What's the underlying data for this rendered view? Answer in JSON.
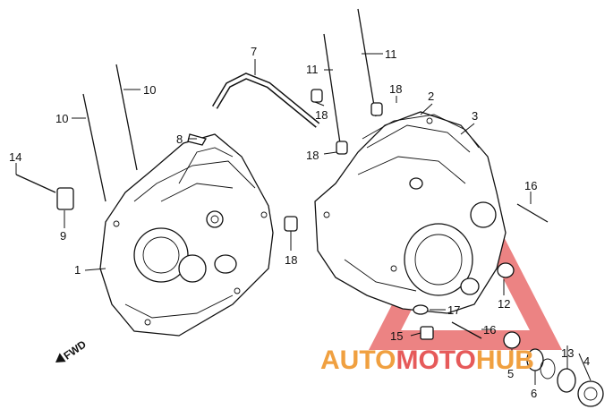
{
  "callouts": [
    {
      "id": "c1",
      "text": "1"
    },
    {
      "id": "c2",
      "text": "2"
    },
    {
      "id": "c3",
      "text": "3"
    },
    {
      "id": "c4",
      "text": "4"
    },
    {
      "id": "c5",
      "text": "5"
    },
    {
      "id": "c6",
      "text": "6"
    },
    {
      "id": "c7",
      "text": "7"
    },
    {
      "id": "c8",
      "text": "8"
    },
    {
      "id": "c9",
      "text": "9"
    },
    {
      "id": "c10a",
      "text": "10"
    },
    {
      "id": "c10b",
      "text": "10"
    },
    {
      "id": "c11a",
      "text": "11"
    },
    {
      "id": "c11b",
      "text": "11"
    },
    {
      "id": "c12",
      "text": "12"
    },
    {
      "id": "c13",
      "text": "13"
    },
    {
      "id": "c14",
      "text": "14"
    },
    {
      "id": "c15",
      "text": "15"
    },
    {
      "id": "c16a",
      "text": "16"
    },
    {
      "id": "c16b",
      "text": "16"
    },
    {
      "id": "c17",
      "text": "17"
    },
    {
      "id": "c18a",
      "text": "18"
    },
    {
      "id": "c18b",
      "text": "18"
    },
    {
      "id": "c18c",
      "text": "18"
    },
    {
      "id": "c18d",
      "text": "18"
    }
  ],
  "direction_label": "FWD",
  "watermark": {
    "part1": "AUTO",
    "part2": "MOTO",
    "part3": "HUB",
    "color_orange": "#f0a040",
    "color_red": "#e65a5a"
  }
}
